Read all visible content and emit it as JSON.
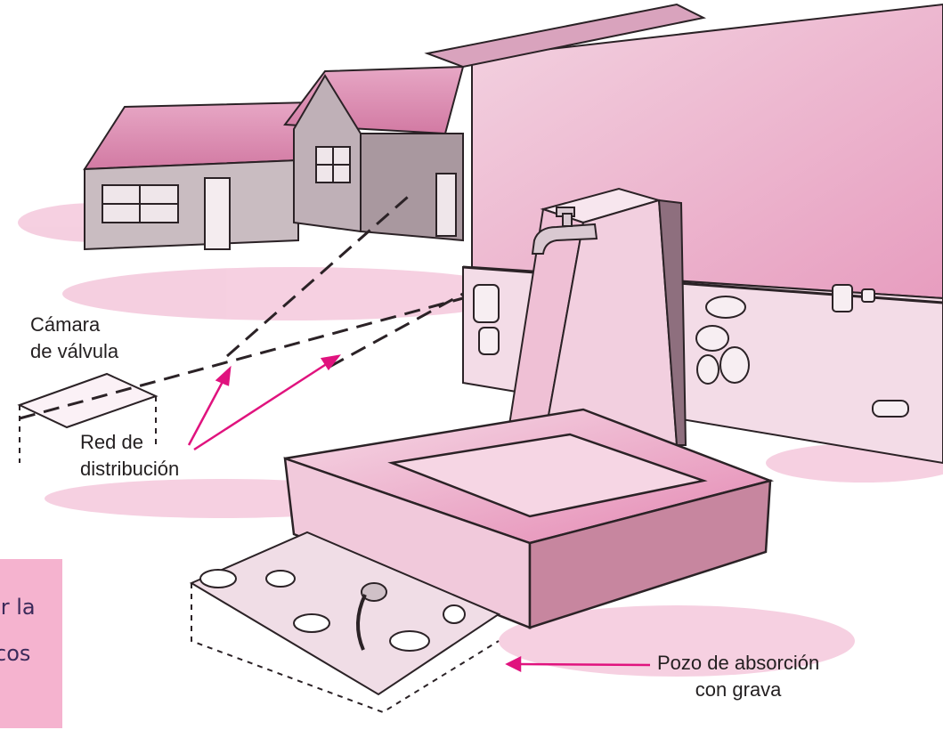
{
  "labels": {
    "camara_line1": "Cámara",
    "camara_line2": "de válvula",
    "red_line1": "Red de",
    "red_line2": "distribución",
    "pozo_line1": "Pozo de absorción",
    "pozo_line2": "con grava"
  },
  "side_note": {
    "line1": "ar la",
    "line2": "cos"
  },
  "colors": {
    "accent_pink": "#e0137e",
    "wash_pink": "#e58bb6",
    "note_bg": "#f5b3cf",
    "ink": "#231f20"
  }
}
